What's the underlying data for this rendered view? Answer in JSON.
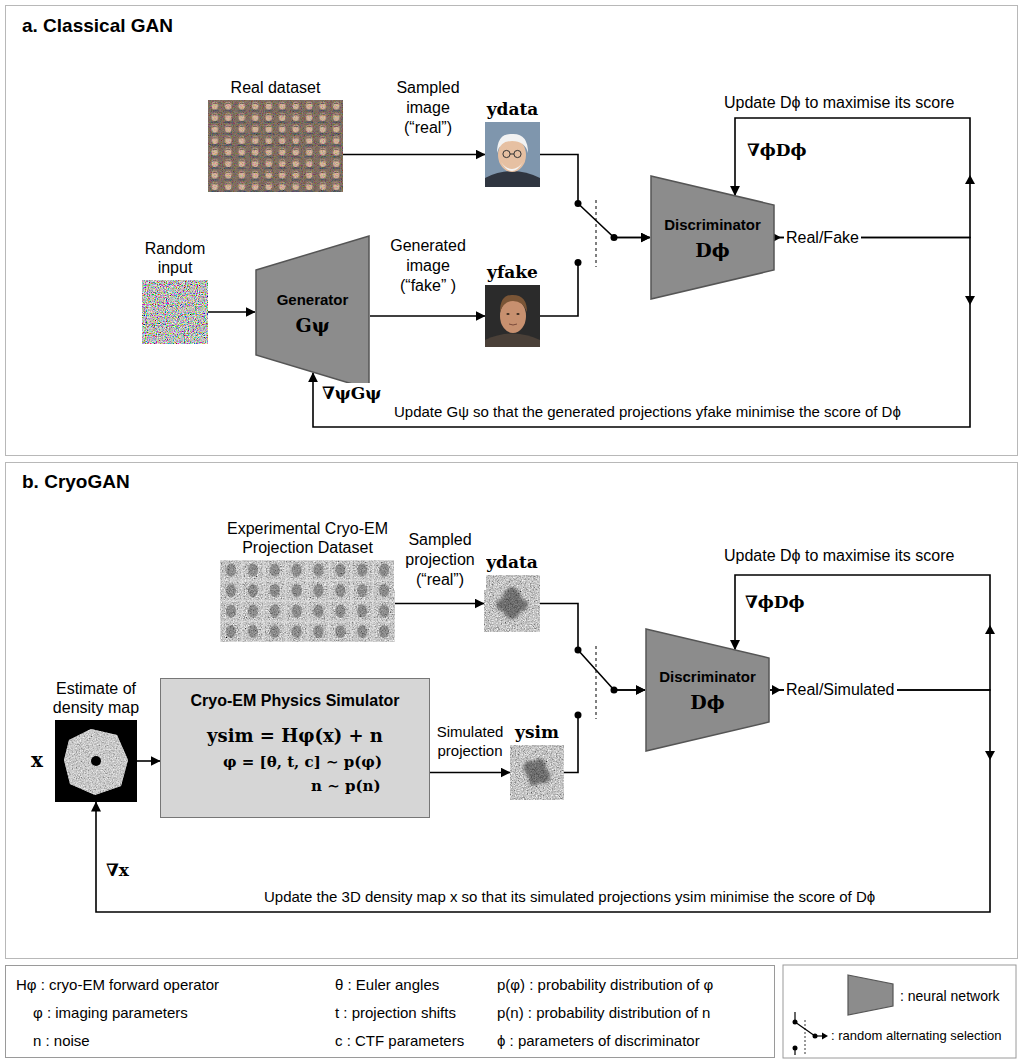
{
  "diagram": {
    "nodes": [
      {
        "text": [
          "a. Classical GAN"
        ]
      },
      {
        "text": [
          "Real dataset"
        ],
        "in": 0
      },
      {
        "text": [
          "ydata"
        ],
        "in": 0
      },
      {
        "text": [
          "Random input"
        ],
        "in": 0
      },
      {
        "text": [
          "Generator",
          "Gψ"
        ],
        "in": 0
      },
      {
        "text": [
          "yfake"
        ],
        "in": 0
      },
      {
        "text": [
          "Discriminator",
          "Dϕ"
        ],
        "in": 0
      },
      {
        "text": [
          "b. CryoGAN"
        ]
      },
      {
        "text": [
          "Experimental Cryo-EM Projection Dataset"
        ],
        "in": 7
      },
      {
        "text": [
          "ydata"
        ],
        "in": 7
      },
      {
        "text": [
          "Estimate of density map",
          "x"
        ],
        "in": 7
      },
      {
        "text": [
          "Cryo-EM Physics Simulator",
          "ysim = Hφ(x) + n",
          "φ = [θ, t, c] ∼ p(φ)",
          "n ∼ p(n)"
        ],
        "in": 7
      },
      {
        "text": [
          "ysim"
        ],
        "in": 7
      },
      {
        "text": [
          "Discriminator",
          "Dϕ"
        ],
        "in": 7
      },
      {
        "text": [
          "Hφ : cryo-EM forward operator",
          "θ : Euler angles",
          "p(φ) : probability distribution of φ",
          "φ : imaging parameters",
          "t : projection shifts",
          "p(n) : probability distribution of n",
          "n : noise",
          "c : CTF parameters",
          "ϕ : parameters of discriminator"
        ]
      }
    ],
    "edges": [
      {
        "from": 1,
        "to": 2,
        "arrow": "to",
        "label": "Sampled image (“real”)"
      },
      {
        "from": 3,
        "to": 4,
        "arrow": "to"
      },
      {
        "from": 4,
        "to": 5,
        "arrow": "to",
        "label": "Generated image (“fake” )"
      },
      {
        "from": 2,
        "to": 6,
        "arrow": "to"
      },
      {
        "from": 5,
        "to": 6,
        "arrow": "to"
      },
      {
        "from": 6,
        "to": 6,
        "arrow": "to",
        "label": "∇ϕDϕ"
      },
      {
        "from": 6,
        "to": 4,
        "arrow": "to",
        "label": "∇ψGψ"
      },
      {
        "from": 8,
        "to": 9,
        "arrow": "to",
        "label": "Sampled projection (“real”)"
      },
      {
        "from": 10,
        "to": 11,
        "arrow": "to"
      },
      {
        "from": 11,
        "to": 12,
        "arrow": "to",
        "label": "Simulated projection"
      },
      {
        "from": 9,
        "to": 13,
        "arrow": "to"
      },
      {
        "from": 12,
        "to": 13,
        "arrow": "to"
      },
      {
        "from": 13,
        "to": 13,
        "arrow": "to",
        "label": "∇ϕDϕ"
      },
      {
        "from": 13,
        "to": 10,
        "arrow": "to",
        "label": "∇x"
      }
    ],
    "labels": [
      "Update Dϕ to maximise its score",
      "Real/Fake",
      "Update Gψ so that the generated projections yfake minimise the score of Dϕ",
      "Update Dϕ to maximise its score",
      "Real/Simulated",
      "Update the 3D density map x so that its simulated projections ysim minimise the score of Dϕ"
    ],
    "legend": [
      {
        "text": ": neural network"
      },
      {
        "text": ": random alternating selection"
      }
    ]
  }
}
